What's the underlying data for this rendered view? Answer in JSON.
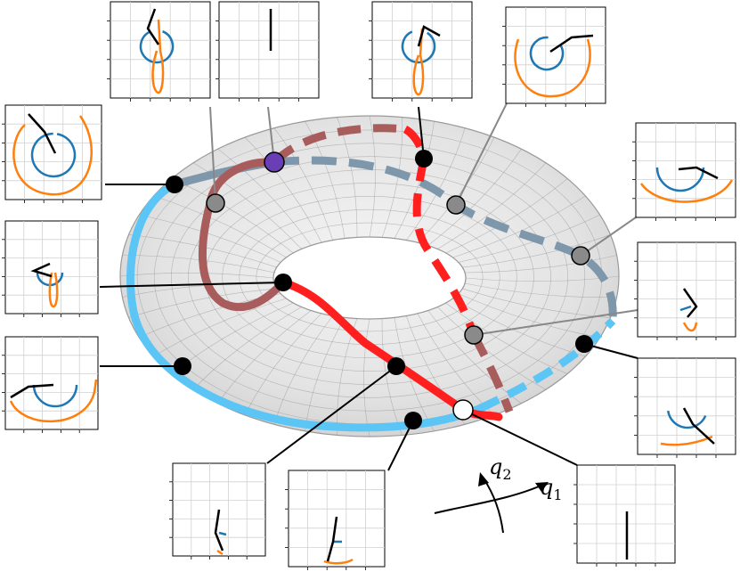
{
  "axis_labels": {
    "q1": {
      "base": "q",
      "sub": "1"
    },
    "q2": {
      "base": "q",
      "sub": "2"
    }
  },
  "colors": {
    "torus_mesh": "#8c8c8c",
    "torus_fill": "#e6e6e6",
    "blue_path": "#5bc5f5",
    "slate_path": "#7e97aa",
    "red_path": "#ff1f1f",
    "maroon_path": "#a85c5c",
    "link_arm": "#000000",
    "inner_circle": "#1f77b4",
    "outer_trace": "#ff7f0e",
    "start_marker": "#6a3fb5",
    "end_marker": "#ffffff",
    "waypoint_black": "#000000",
    "waypoint_gray": "#8a8a8a"
  },
  "icons": {
    "start": "purple-start-marker-icon",
    "end": "white-goal-marker-icon",
    "waypoint": "waypoint-dot-icon"
  }
}
